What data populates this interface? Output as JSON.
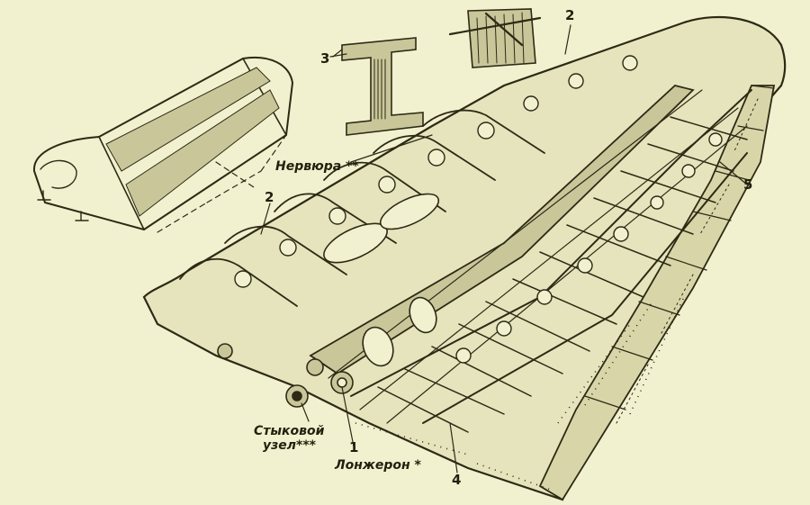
{
  "labels": {
    "spar": "Лонжерон *",
    "rib": "Нервюра **",
    "joint_line1": "Стыковой",
    "joint_line2": "узел***",
    "n1": "1",
    "n2_top": "2",
    "n2_left": "2",
    "n3": "3",
    "n4": "4",
    "n5": "5"
  },
  "colors": {
    "paper": "#f1f0cf",
    "ink": "#2c2a14",
    "shade": "#c9c79a",
    "skin": "#e6e4bd"
  }
}
